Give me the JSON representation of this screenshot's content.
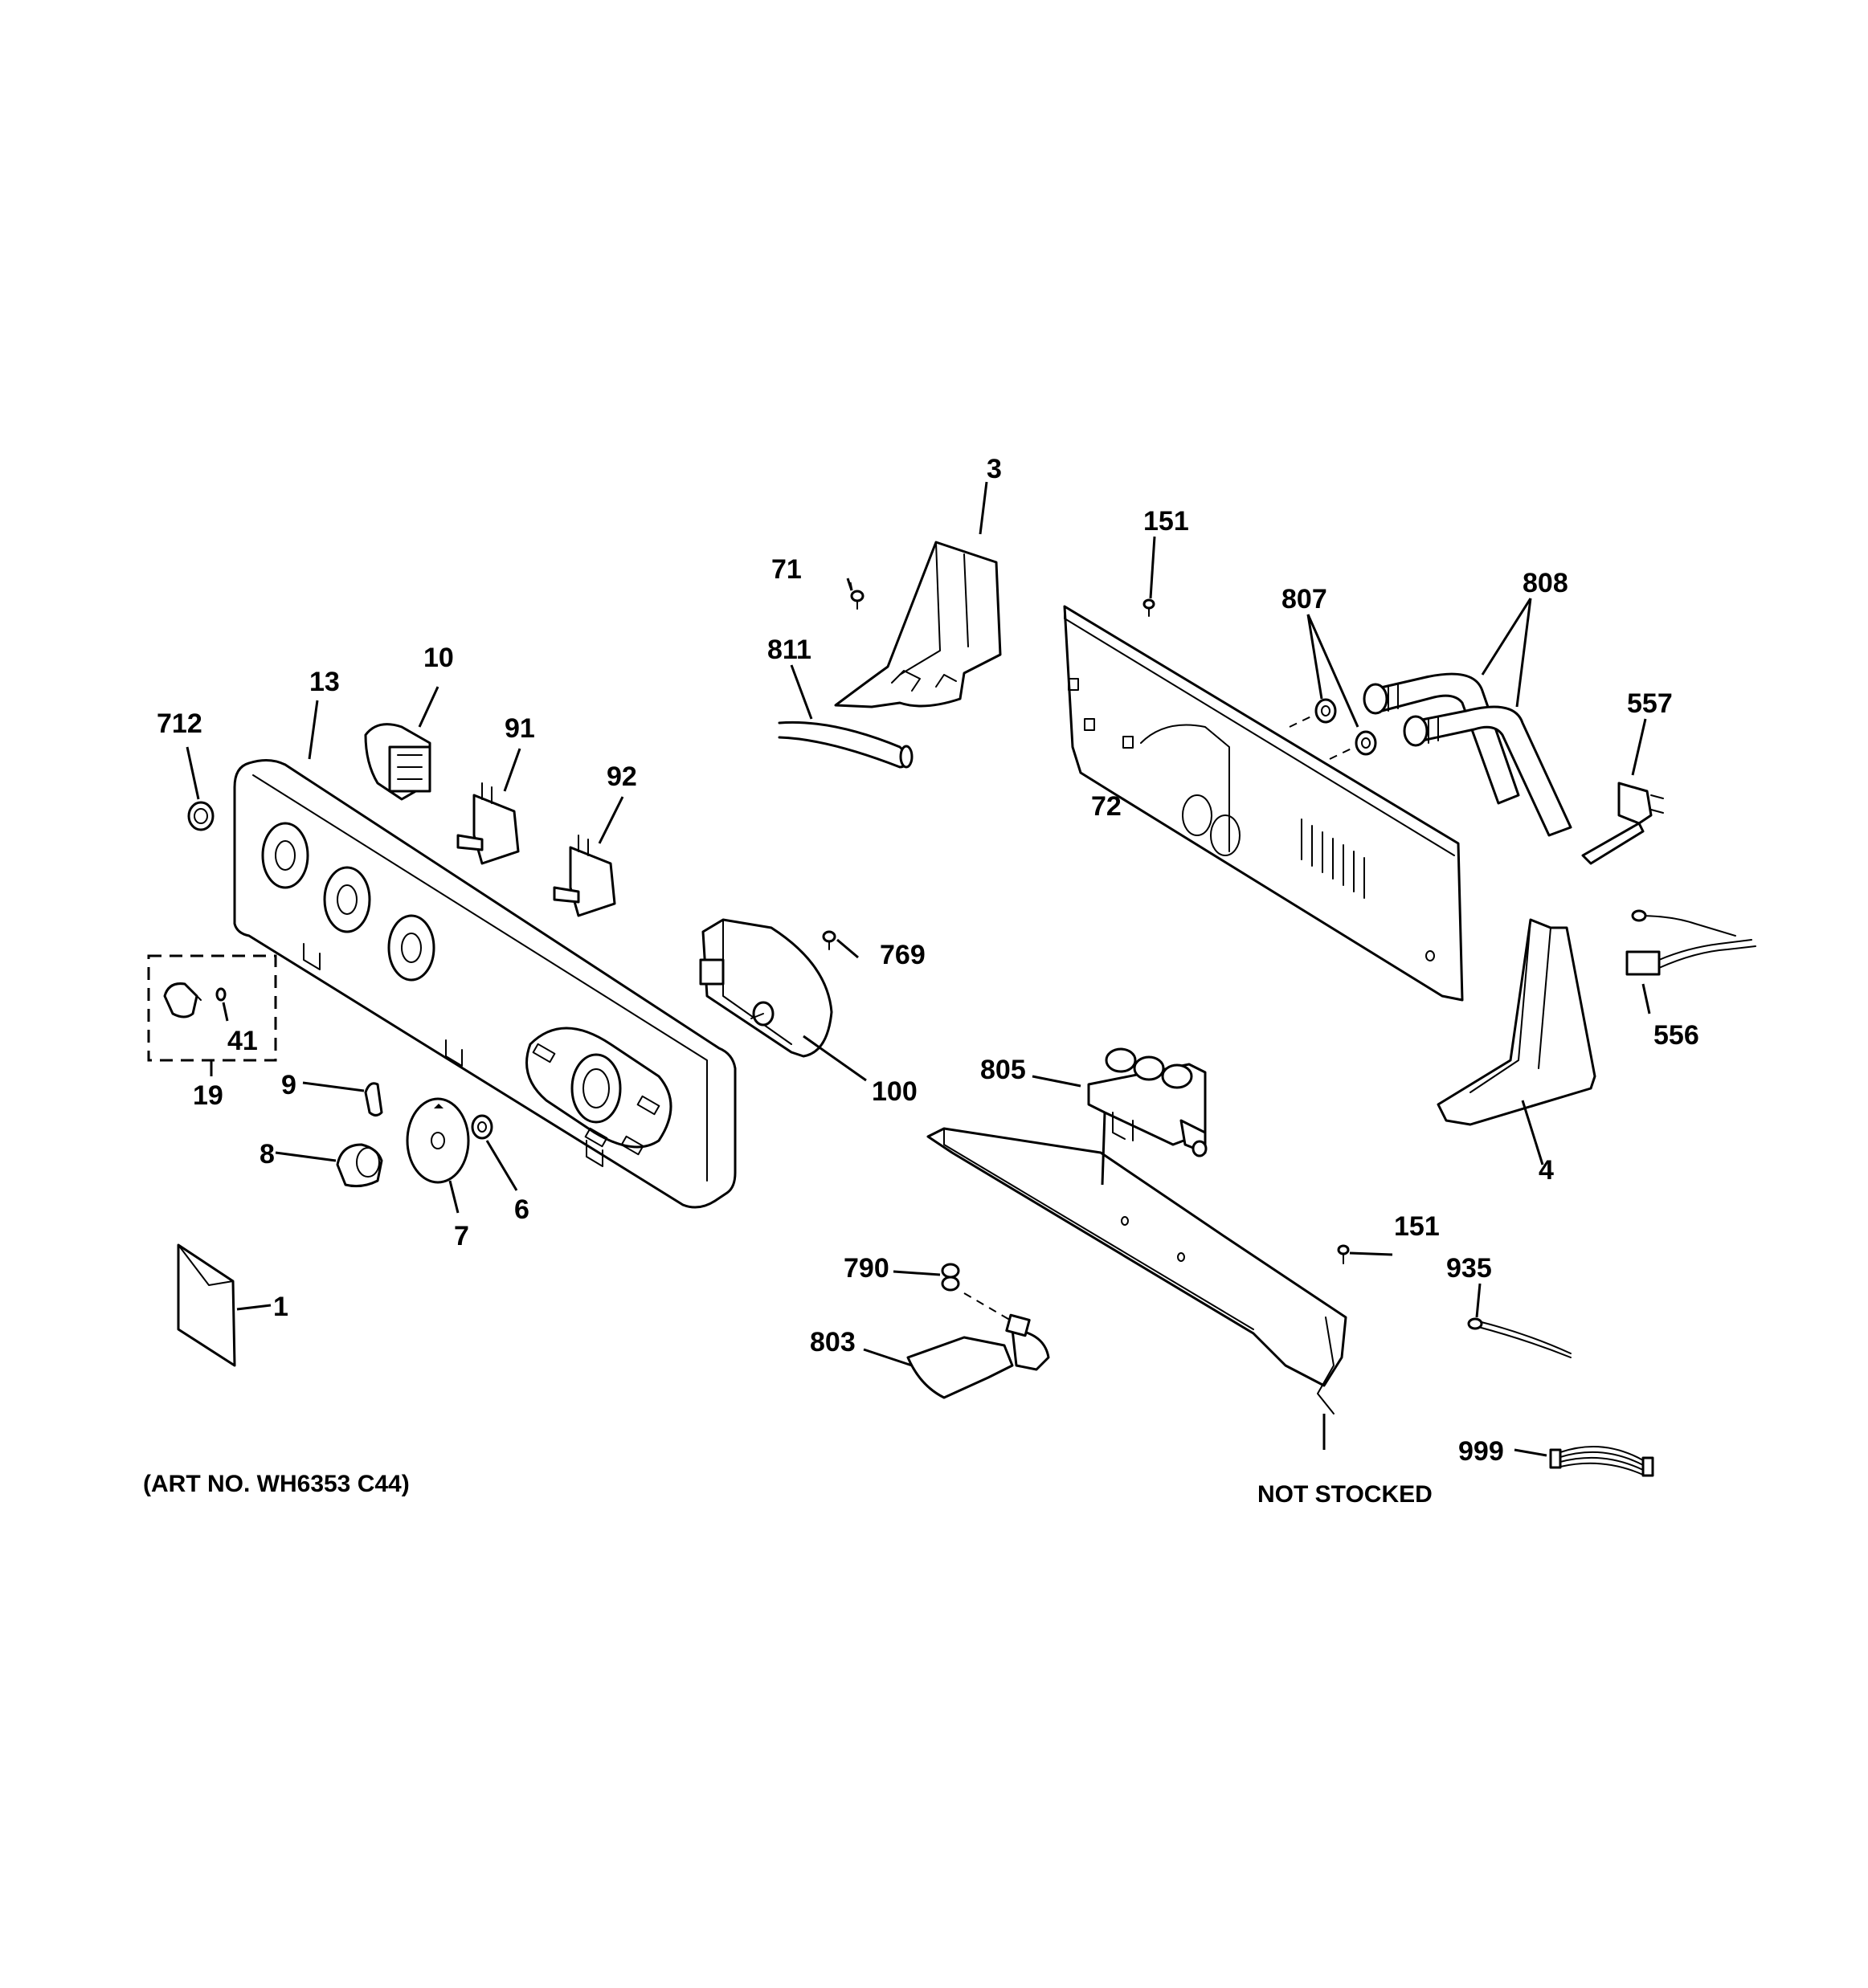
{
  "caption": "(ART NO. WH6353 C44)",
  "callouts": {
    "c1": "1",
    "c3": "3",
    "c4": "4",
    "c6": "6",
    "c7": "7",
    "c8": "8",
    "c9": "9",
    "c10": "10",
    "c13": "13",
    "c19": "19",
    "c41": "41",
    "c71": "71",
    "c72": "72",
    "c91": "91",
    "c92": "92",
    "c100": "100",
    "c151a": "151",
    "c151b": "151",
    "c556": "556",
    "c557": "557",
    "c712": "712",
    "c769": "769",
    "c790": "790",
    "c803": "803",
    "c805": "805",
    "c807": "807",
    "c808": "808",
    "c811": "811",
    "c935": "935",
    "c999": "999",
    "not_stocked": "NOT STOCKED"
  }
}
